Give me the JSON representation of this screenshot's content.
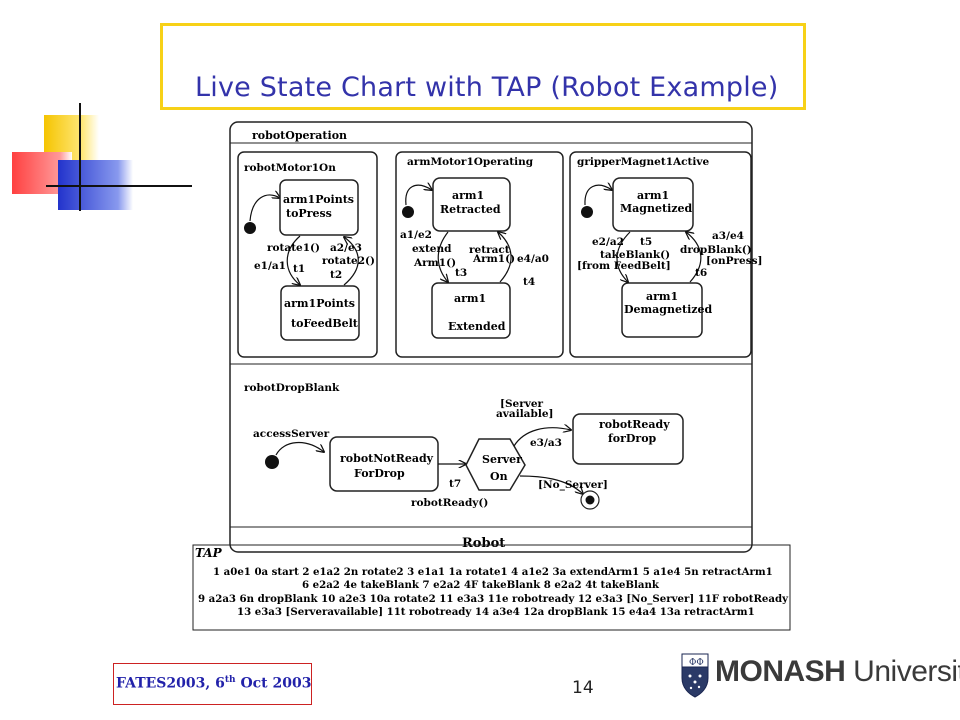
{
  "slide": {
    "title": "Live State Chart with TAP (Robot Example)",
    "footer": "FATES2003, 6",
    "footer_sup": "th",
    "footer_tail": " Oct 2003",
    "page_number": "14",
    "logo_text_bold": "MONASH",
    "logo_text": " University",
    "colors": {
      "title": "#3333AA",
      "titlebox": "#F7D117",
      "footer": "#2222AA"
    }
  },
  "diagram": {
    "outer": "robotOperation",
    "regions": {
      "motor": "robotMotor1On",
      "arm": "armMotor1Operating",
      "gripper": "gripperMagnet1Active",
      "drop": "robotDropBlank"
    },
    "states": {
      "motor_top_1": "arm1Points",
      "motor_top_2": "toPress",
      "motor_bot_1": "arm1Points",
      "motor_bot_2": "toFeedBelt",
      "arm_top_1": "arm1",
      "arm_top_2": "Retracted",
      "arm_bot_1": "arm1",
      "arm_bot_2": "Extended",
      "grip_top_1": "arm1",
      "grip_top_2": "Magnetized",
      "grip_bot_1": "arm1",
      "grip_bot_2": "Demagnetized",
      "drop_a_1": "robotNotReady",
      "drop_a_2": "ForDrop",
      "drop_b_1": "Server",
      "drop_b_2": "On",
      "drop_c_1": "robotReady",
      "drop_c_2": "forDrop"
    },
    "labels": {
      "rotate1": "rotate1()",
      "a2e3": "a2/e3",
      "rotate2": "rotate2()",
      "e1a1": "e1/a1",
      "t1": "t1",
      "t2": "t2",
      "a1e2": "a1/e2",
      "extend": "extend",
      "arm1call": "Arm1()",
      "retract": "retract",
      "arm1call2": "Arm1()",
      "e4a0": "e4/a0",
      "t3": "t3",
      "t4": "t4",
      "e2a2": "e2/a2",
      "t5": "t5",
      "takeblank": "takeBlank()",
      "fromfeed": "[from FeedBelt]",
      "dropblank": "dropBlank()",
      "a3e4": "a3/e4",
      "onpress": "[onPress]",
      "t6": "t6",
      "access": "accessServer",
      "t7": "t7",
      "robotready": "robotReady()",
      "server_av1": "[Server",
      "server_av2": "available]",
      "e3a3": "e3/a3",
      "noserver": "[No_Server]",
      "robot": "Robot"
    },
    "tap": {
      "heading": "TAP",
      "lines": [
        "1 a0e1 0a start    2 e1a2 2n rotate2    3 e1a1 1a rotate1    4 a1e2 3a extendArm1 5 a1e4 5n retractArm1",
        "6 e2a2 4e takeBlank    7 e2a2 4F takeBlank   8 e2a2 4t takeBlank",
        "9 a2a3 6n dropBlank 10 a2e3 10a rotate2  11 e3a3 11e robotready 12 e3a3 [No_Server] 11F robotReady",
        "13 e3a3 [Serveravailable] 11t robotready    14 a3e4 12a dropBlank 15 e4a4 13a retractArm1"
      ]
    }
  }
}
